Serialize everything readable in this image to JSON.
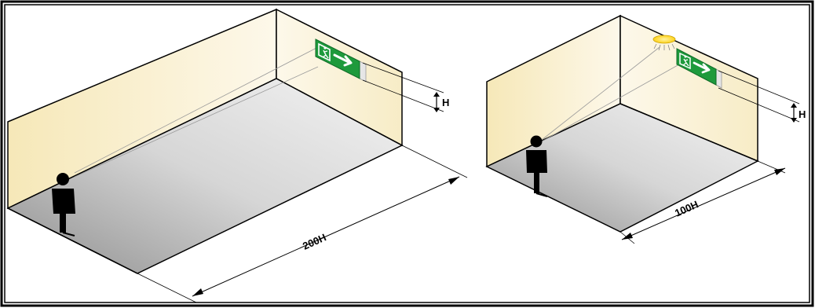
{
  "diagram": {
    "left_room": {
      "distance_label": "200H",
      "height_label": "H"
    },
    "right_room": {
      "distance_label": "100H",
      "height_label": "H"
    }
  },
  "colors": {
    "wall": "#fbf3d8",
    "floor": "#a8a8a8",
    "sign_green": "#1e9a3c",
    "lamp_yellow": "#ffd21a",
    "frame": "#000000"
  },
  "icons": [
    "exit-sign-icon",
    "person-icon",
    "ceiling-lamp-icon",
    "height-arrow-icon"
  ]
}
